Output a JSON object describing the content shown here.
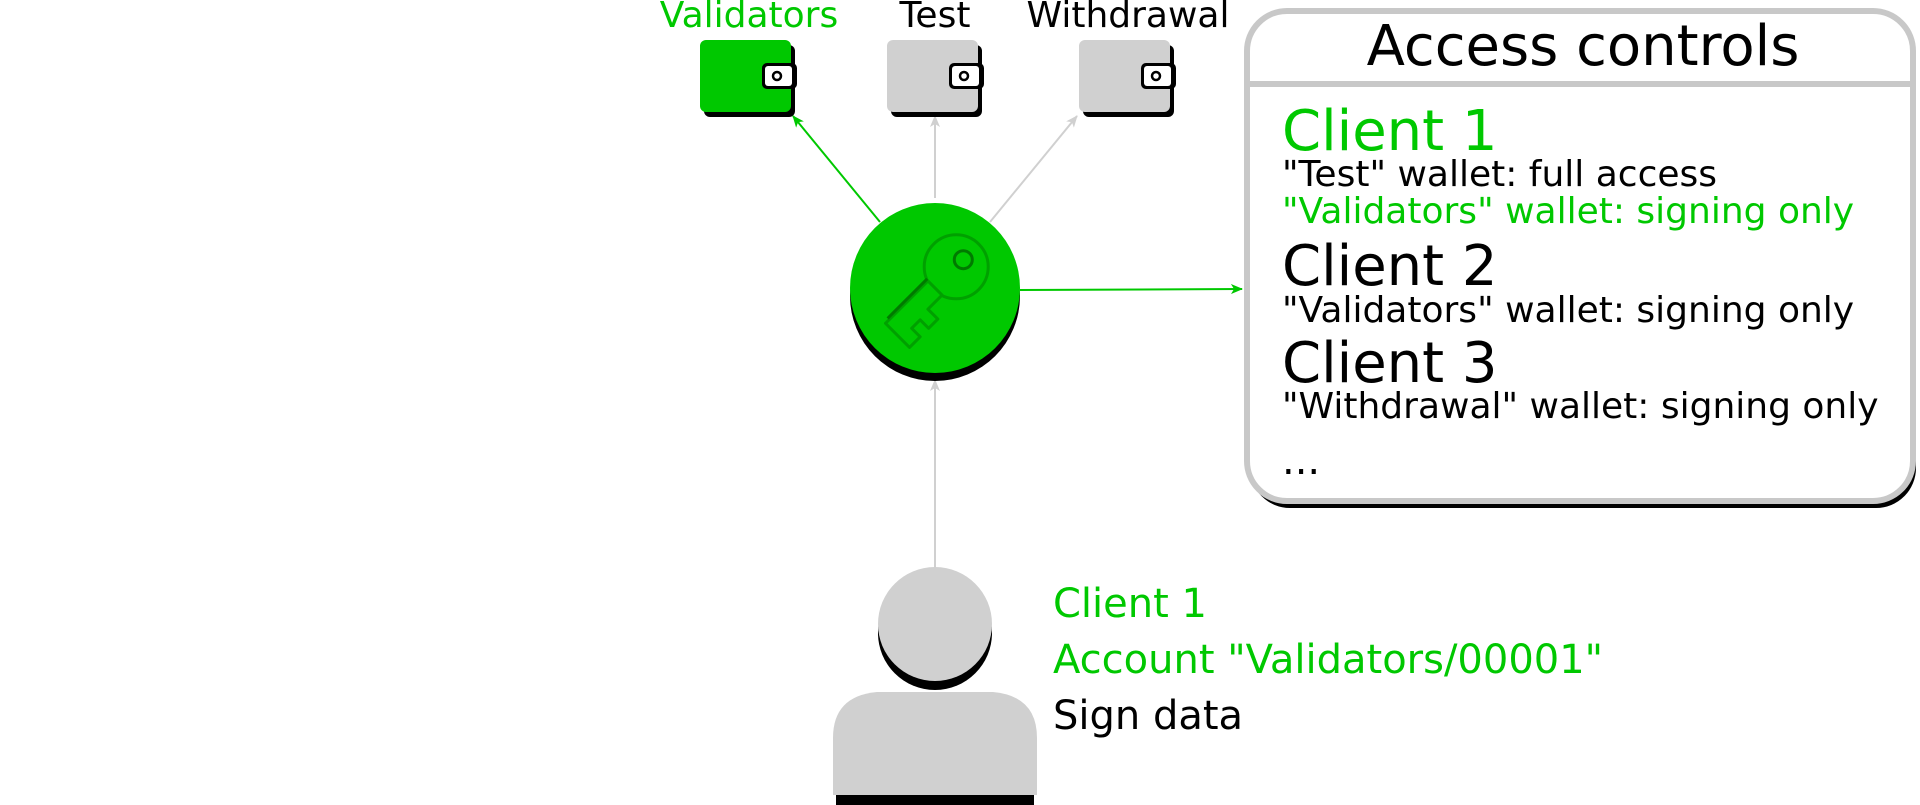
{
  "wallets": [
    {
      "label": "Validators",
      "active": true
    },
    {
      "label": "Test",
      "active": false
    },
    {
      "label": "Withdrawal",
      "active": false
    }
  ],
  "access_controls": {
    "title": "Access controls",
    "clients": [
      {
        "name": "Client 1",
        "highlight": true,
        "rules": [
          {
            "text": "\"Test\" wallet: full access",
            "highlight": false
          },
          {
            "text": "\"Validators\" wallet: signing only",
            "highlight": true
          }
        ]
      },
      {
        "name": "Client 2",
        "highlight": false,
        "rules": [
          {
            "text": "\"Validators\" wallet: signing only",
            "highlight": false
          }
        ]
      },
      {
        "name": "Client 3",
        "highlight": false,
        "rules": [
          {
            "text": "\"Withdrawal\" wallet: signing only",
            "highlight": false
          }
        ]
      }
    ],
    "ellipsis": "..."
  },
  "request": {
    "client": "Client 1",
    "account": "Account \"Validators/00001\"",
    "action": "Sign data"
  },
  "colors": {
    "accent": "#00c800",
    "neutral": "#d0d0d0",
    "shadow": "#000000",
    "text": "#000000",
    "border": "#c8c8c8"
  },
  "icons": {
    "wallet": "wallet-icon",
    "key": "key-icon",
    "user": "user-icon"
  }
}
